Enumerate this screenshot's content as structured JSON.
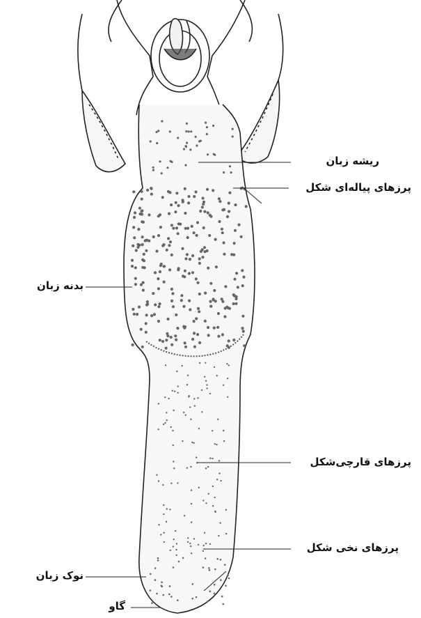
{
  "labels": {
    "root": "ریشه زبان",
    "circumvallate": "پرزهای پیاله‌ای شکل",
    "body": "بدنه زبان",
    "fungiform": "پرزهای قارچی‌شکل",
    "apex": "نوک زبان",
    "filiform": "پرزهای نخی شکل",
    "animal": "گاو"
  },
  "colors": {
    "ink": "#222222",
    "paper": "#ffffff",
    "shade": "#e8e8e8"
  }
}
